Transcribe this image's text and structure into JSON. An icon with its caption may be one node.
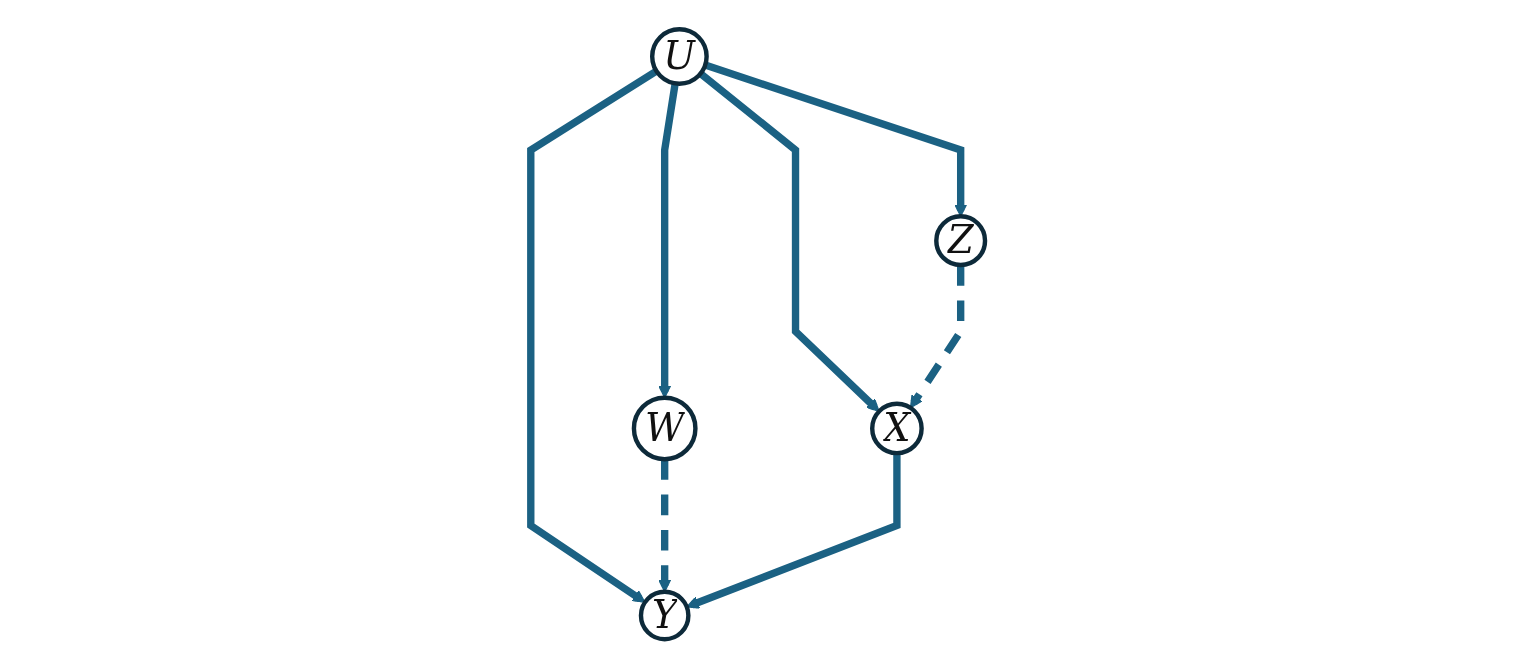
{
  "diagram": {
    "nodes": [
      {
        "text": [
          "U"
        ]
      },
      {
        "text": [
          "Z"
        ]
      },
      {
        "text": [
          "W"
        ]
      },
      {
        "text": [
          "X"
        ]
      },
      {
        "text": [
          "Y"
        ]
      }
    ],
    "edges": [
      {
        "from": 0,
        "to": 1,
        "arrow": "to"
      },
      {
        "from": 0,
        "to": 2,
        "arrow": "to"
      },
      {
        "from": 0,
        "to": 3,
        "arrow": "to"
      },
      {
        "from": 0,
        "to": 4,
        "arrow": "to"
      },
      {
        "from": 1,
        "to": 3,
        "arrow": "to",
        "style": "dashed"
      },
      {
        "from": 2,
        "to": 4,
        "arrow": "to",
        "style": "dashed"
      },
      {
        "from": 3,
        "to": 4,
        "arrow": "to"
      }
    ]
  }
}
